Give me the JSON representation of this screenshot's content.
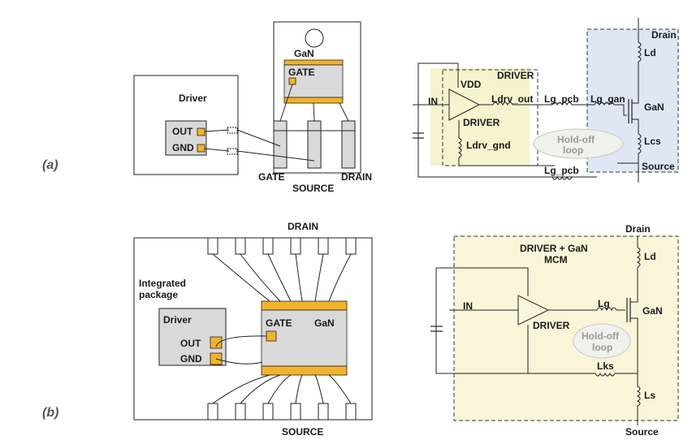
{
  "panels": {
    "a": "(a)",
    "b": "(b)"
  },
  "a_package": {
    "driver": "Driver",
    "out": "OUT",
    "gnd": "GND",
    "gan": "GaN",
    "gate_pad": "GATE",
    "gate_pin": "GATE",
    "source_pin": "SOURCE",
    "drain_pin": "DRAIN"
  },
  "a_schematic": {
    "driver_box": "DRIVER",
    "vdd": "VDD",
    "in": "IN",
    "driver": "DRIVER",
    "ldrv_out": "Ldrv_out",
    "lg_pcb": "Lg_pcb",
    "lg_gan": "Lg_gan",
    "ldrv_gnd": "Ldrv_gnd",
    "holdoff_1": "Hold-off",
    "holdoff_2": "loop",
    "lg_pcb_bottom": "Lg_pcb",
    "drain": "Drain",
    "ld": "Ld",
    "gan": "GaN",
    "lcs": "Lcs",
    "source": "Source"
  },
  "b_package": {
    "drain": "DRAIN",
    "integrated_1": "Integrated",
    "integrated_2": "package",
    "driver": "Driver",
    "out": "OUT",
    "gnd": "GND",
    "gate": "GATE",
    "gan": "GaN",
    "source": "SOURCE"
  },
  "b_schematic": {
    "mcm_1": "DRIVER + GaN",
    "mcm_2": "MCM",
    "in": "IN",
    "driver": "DRIVER",
    "lg": "Lg",
    "gan": "GaN",
    "holdoff_1": "Hold-off",
    "holdoff_2": "loop",
    "lks": "Lks",
    "drain": "Drain",
    "ld": "Ld",
    "ls": "Ls",
    "source": "Source"
  },
  "colors": {
    "pad_orange": "#f2b32a",
    "die_grey": "#d9d9d9",
    "driver_yellow": "#f7f3cf",
    "gan_blue": "#dfe7f5",
    "mcm_yellow": "#faf5d8"
  }
}
